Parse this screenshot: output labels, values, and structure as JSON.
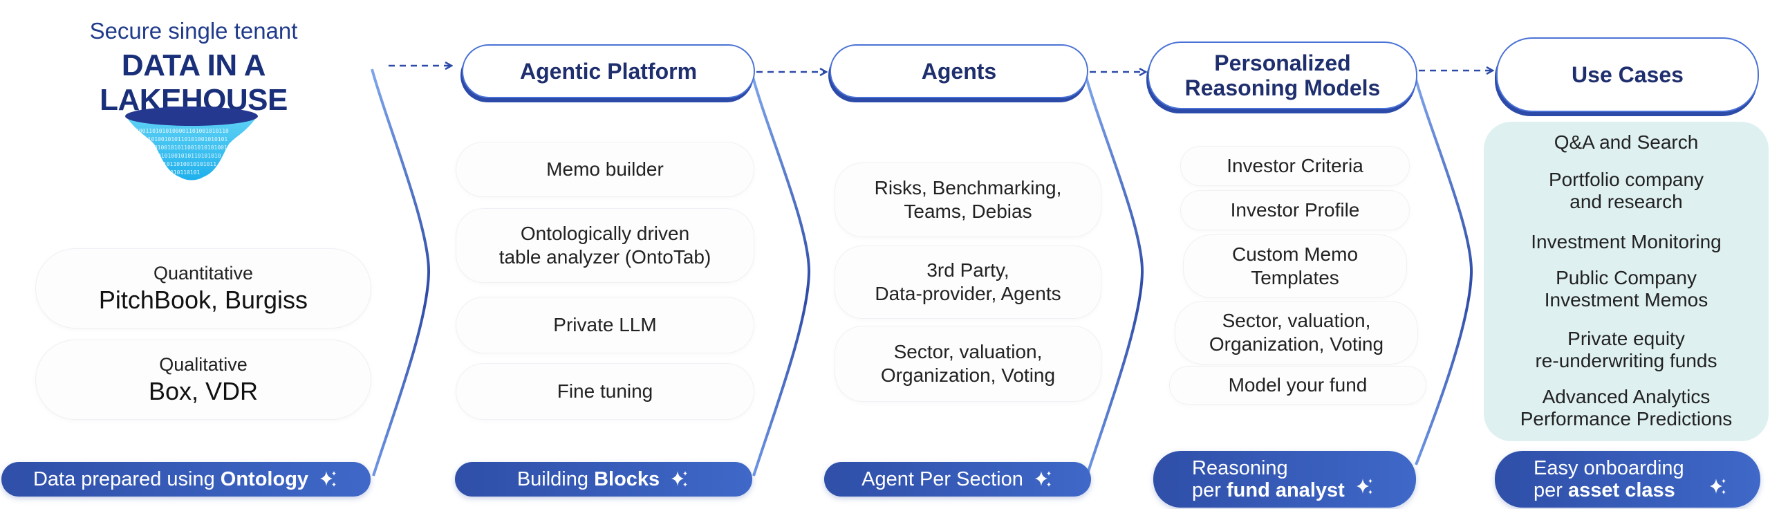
{
  "col1": {
    "title_small": "Secure single tenant",
    "title_big": "DATA IN A LAKEHOUSE",
    "sources": [
      {
        "kind": "Quantitative",
        "names": "PitchBook, Burgiss"
      },
      {
        "kind": "Qualitative",
        "names": "Box, VDR"
      }
    ],
    "footer": {
      "pre": "Data prepared using ",
      "bold": "Ontology"
    }
  },
  "col2": {
    "header": "Agentic Platform",
    "items": [
      {
        "line1": "Memo builder"
      },
      {
        "line1": "Ontologically driven",
        "line2": "table analyzer (OntoTab)"
      },
      {
        "line1": "Private LLM"
      },
      {
        "line1": "Fine tuning"
      }
    ],
    "footer": {
      "pre": "Building ",
      "bold": "Blocks"
    }
  },
  "col3": {
    "header": "Agents",
    "items": [
      {
        "line1": "Risks, Benchmarking,",
        "line2": "Teams, Debias"
      },
      {
        "line1": "3rd Party,",
        "line2": "Data-provider, Agents"
      },
      {
        "line1": "Sector, valuation,",
        "line2": "Organization, Voting"
      }
    ],
    "footer": {
      "pre": "Agent Per Section",
      "bold": ""
    }
  },
  "col4": {
    "header_line1": "Personalized",
    "header_line2": "Reasoning Models",
    "items": [
      {
        "line1": "Investor Criteria"
      },
      {
        "line1": "Investor Profile"
      },
      {
        "line1": "Custom Memo",
        "line2": "Templates"
      },
      {
        "line1": "Sector, valuation,",
        "line2": "Organization, Voting"
      },
      {
        "line1": "Model your fund"
      }
    ],
    "footer": {
      "line1": "Reasoning",
      "line2_pre": "per ",
      "line2_bold": "fund analyst"
    }
  },
  "col5": {
    "header": "Use Cases",
    "items": [
      {
        "line1": "Q&A and Search"
      },
      {
        "line1": "Portfolio company",
        "line2": "and research"
      },
      {
        "line1": "Investment Monitoring"
      },
      {
        "line1": "Public Company",
        "line2": "Investment Memos"
      },
      {
        "line1": "Private equity",
        "line2": "re-underwriting funds"
      },
      {
        "line1": "Advanced Analytics",
        "line2": "Performance Predictions"
      }
    ],
    "footer": {
      "line1": "Easy onboarding",
      "line2_pre": "per ",
      "line2_bold": "asset class"
    }
  },
  "icons": {
    "sparkle": "sparkle-icon",
    "lakehouse": "data-lakehouse-icon",
    "arrow": "dashed-arrow-icon"
  },
  "colors": {
    "accent": "#3f68c8",
    "dark_blue": "#1a2f7a",
    "teal_panel": "#dff0f1"
  }
}
